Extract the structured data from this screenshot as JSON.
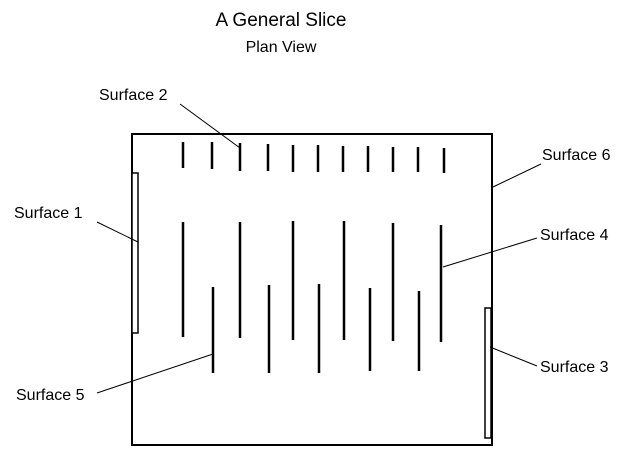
{
  "diagram": {
    "title": "A General Slice",
    "subtitle": "Plan View",
    "labels": {
      "surface_1": "Surface 1",
      "surface_2": "Surface 2",
      "surface_3": "Surface 3",
      "surface_4": "Surface 4",
      "surface_5": "Surface 5",
      "surface_6": "Surface 6"
    },
    "stroke_color": "#000000",
    "background_color": "#ffffff"
  }
}
